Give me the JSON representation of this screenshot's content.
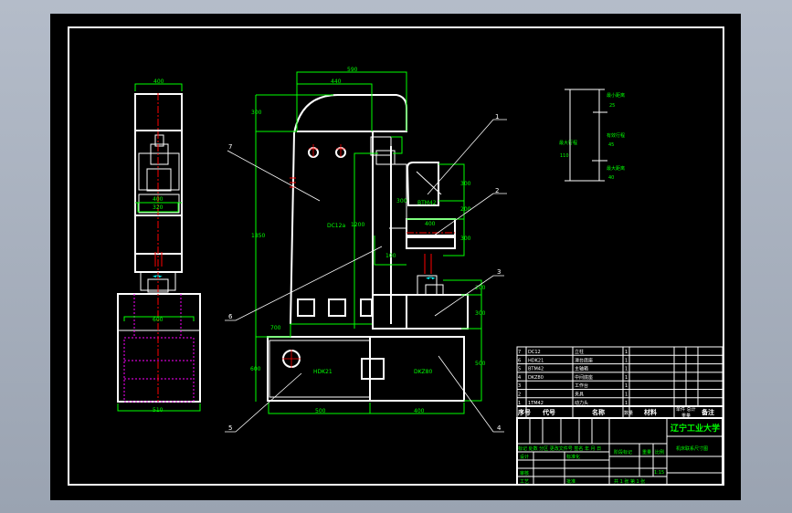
{
  "drawing": {
    "callouts": [
      "1",
      "2",
      "3",
      "4",
      "5",
      "6"
    ],
    "part_labels": {
      "column": "DC12a",
      "spindle_box": "BTM42",
      "base_left": "HDK21",
      "base_right": "DKZ80"
    },
    "dimensions": {
      "top_total": "590",
      "top_inner": "440",
      "height_left": "1850",
      "height_top": "300",
      "height_mid": "1200",
      "box_h1": "300",
      "box_h2": "200",
      "box_h3": "300",
      "box_w": "400",
      "ram_w": "300",
      "rail": "600",
      "table_h": "200",
      "table_h2": "300",
      "base_h": "500",
      "base_left_w": "500",
      "base_right_w": "400",
      "step": "700",
      "small": "100",
      "side_top_w": "400",
      "side_mid_w": "400",
      "side_mid_w2": "320",
      "side_base_w": "600",
      "side_bottom_w": "510"
    },
    "travel_note": {
      "left_label": "最大行程",
      "left_value": "110",
      "top_label": "最小距离",
      "top_value": "25",
      "mid_label": "有效行程",
      "mid_value": "45",
      "bottom_label": "最大距离",
      "bottom_value": "40"
    }
  },
  "parts_list": {
    "rows": [
      {
        "no": "7",
        "code": "DC12",
        "name": "立柱",
        "qty": "1"
      },
      {
        "no": "6",
        "code": "HDK21",
        "name": "滑台底座",
        "qty": "1"
      },
      {
        "no": "5",
        "code": "BTM42",
        "name": "主轴箱",
        "qty": "1"
      },
      {
        "no": "4",
        "code": "DKZ80",
        "name": "中间底座",
        "qty": "1"
      },
      {
        "no": "3",
        "code": "",
        "name": "工作台",
        "qty": "1"
      },
      {
        "no": "2",
        "code": "",
        "name": "夹具",
        "qty": "1"
      },
      {
        "no": "1",
        "code": "1TM42",
        "name": "动力头",
        "qty": "1"
      }
    ],
    "headers": {
      "no": "序号",
      "code": "代号",
      "name": "名称",
      "qty": "数量",
      "material": "材料",
      "weight": "单件 总计",
      "weight_sub": "重量",
      "remark": "备注"
    }
  },
  "title_block": {
    "school": "辽宁工业大学",
    "drawing_title": "机床联系尺寸图",
    "sign_row": "标记 处数 分区 更改文件号 签名 年 月 日",
    "designer": "设计",
    "standardization": "标准化",
    "checker": "审核",
    "process": "工艺",
    "approve": "批准",
    "stage": "阶段标记",
    "weight": "重量",
    "scale": "比例",
    "scale_value": "1:15",
    "sheets": "共 1 张 第 1 张"
  },
  "colors": {
    "background": "#000000",
    "lines": "#ffffff",
    "dimensions": "#00ff00",
    "centerlines": "#ff0000",
    "hidden": "#ff00ff"
  }
}
